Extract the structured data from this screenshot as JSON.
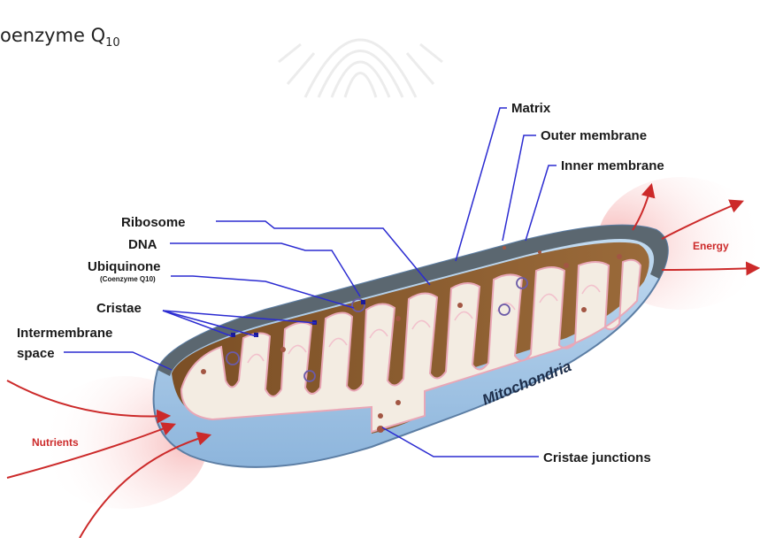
{
  "heading": {
    "prefix": "oenzyme Q",
    "subscript": "10"
  },
  "diagram": {
    "organelle_name": "Mitochondria",
    "labels": {
      "matrix": "Matrix",
      "outer_membrane": "Outer membrane",
      "inner_membrane": "Inner membrane",
      "ribosome": "Ribosome",
      "dna": "DNA",
      "ubiquinone": "Ubiquinone",
      "ubiquinone_note": "(Coenzyme Q10)",
      "cristae": "Cristae",
      "intermembrane_line1": "Intermembrane",
      "intermembrane_line2": "space",
      "cristae_junctions": "Cristae junctions",
      "energy": "Energy",
      "nutrients": "Nutrients"
    },
    "colors": {
      "outer_membrane": "#a7c8e6",
      "outer_rim": "#5b6770",
      "matrix": "#8a5a2c",
      "cristae_fill": "#f3ece2",
      "inner_membrane_line": "#e9a7b7",
      "leader_lines": "#2b2bd1",
      "arrows": "#cc2a2a"
    }
  }
}
